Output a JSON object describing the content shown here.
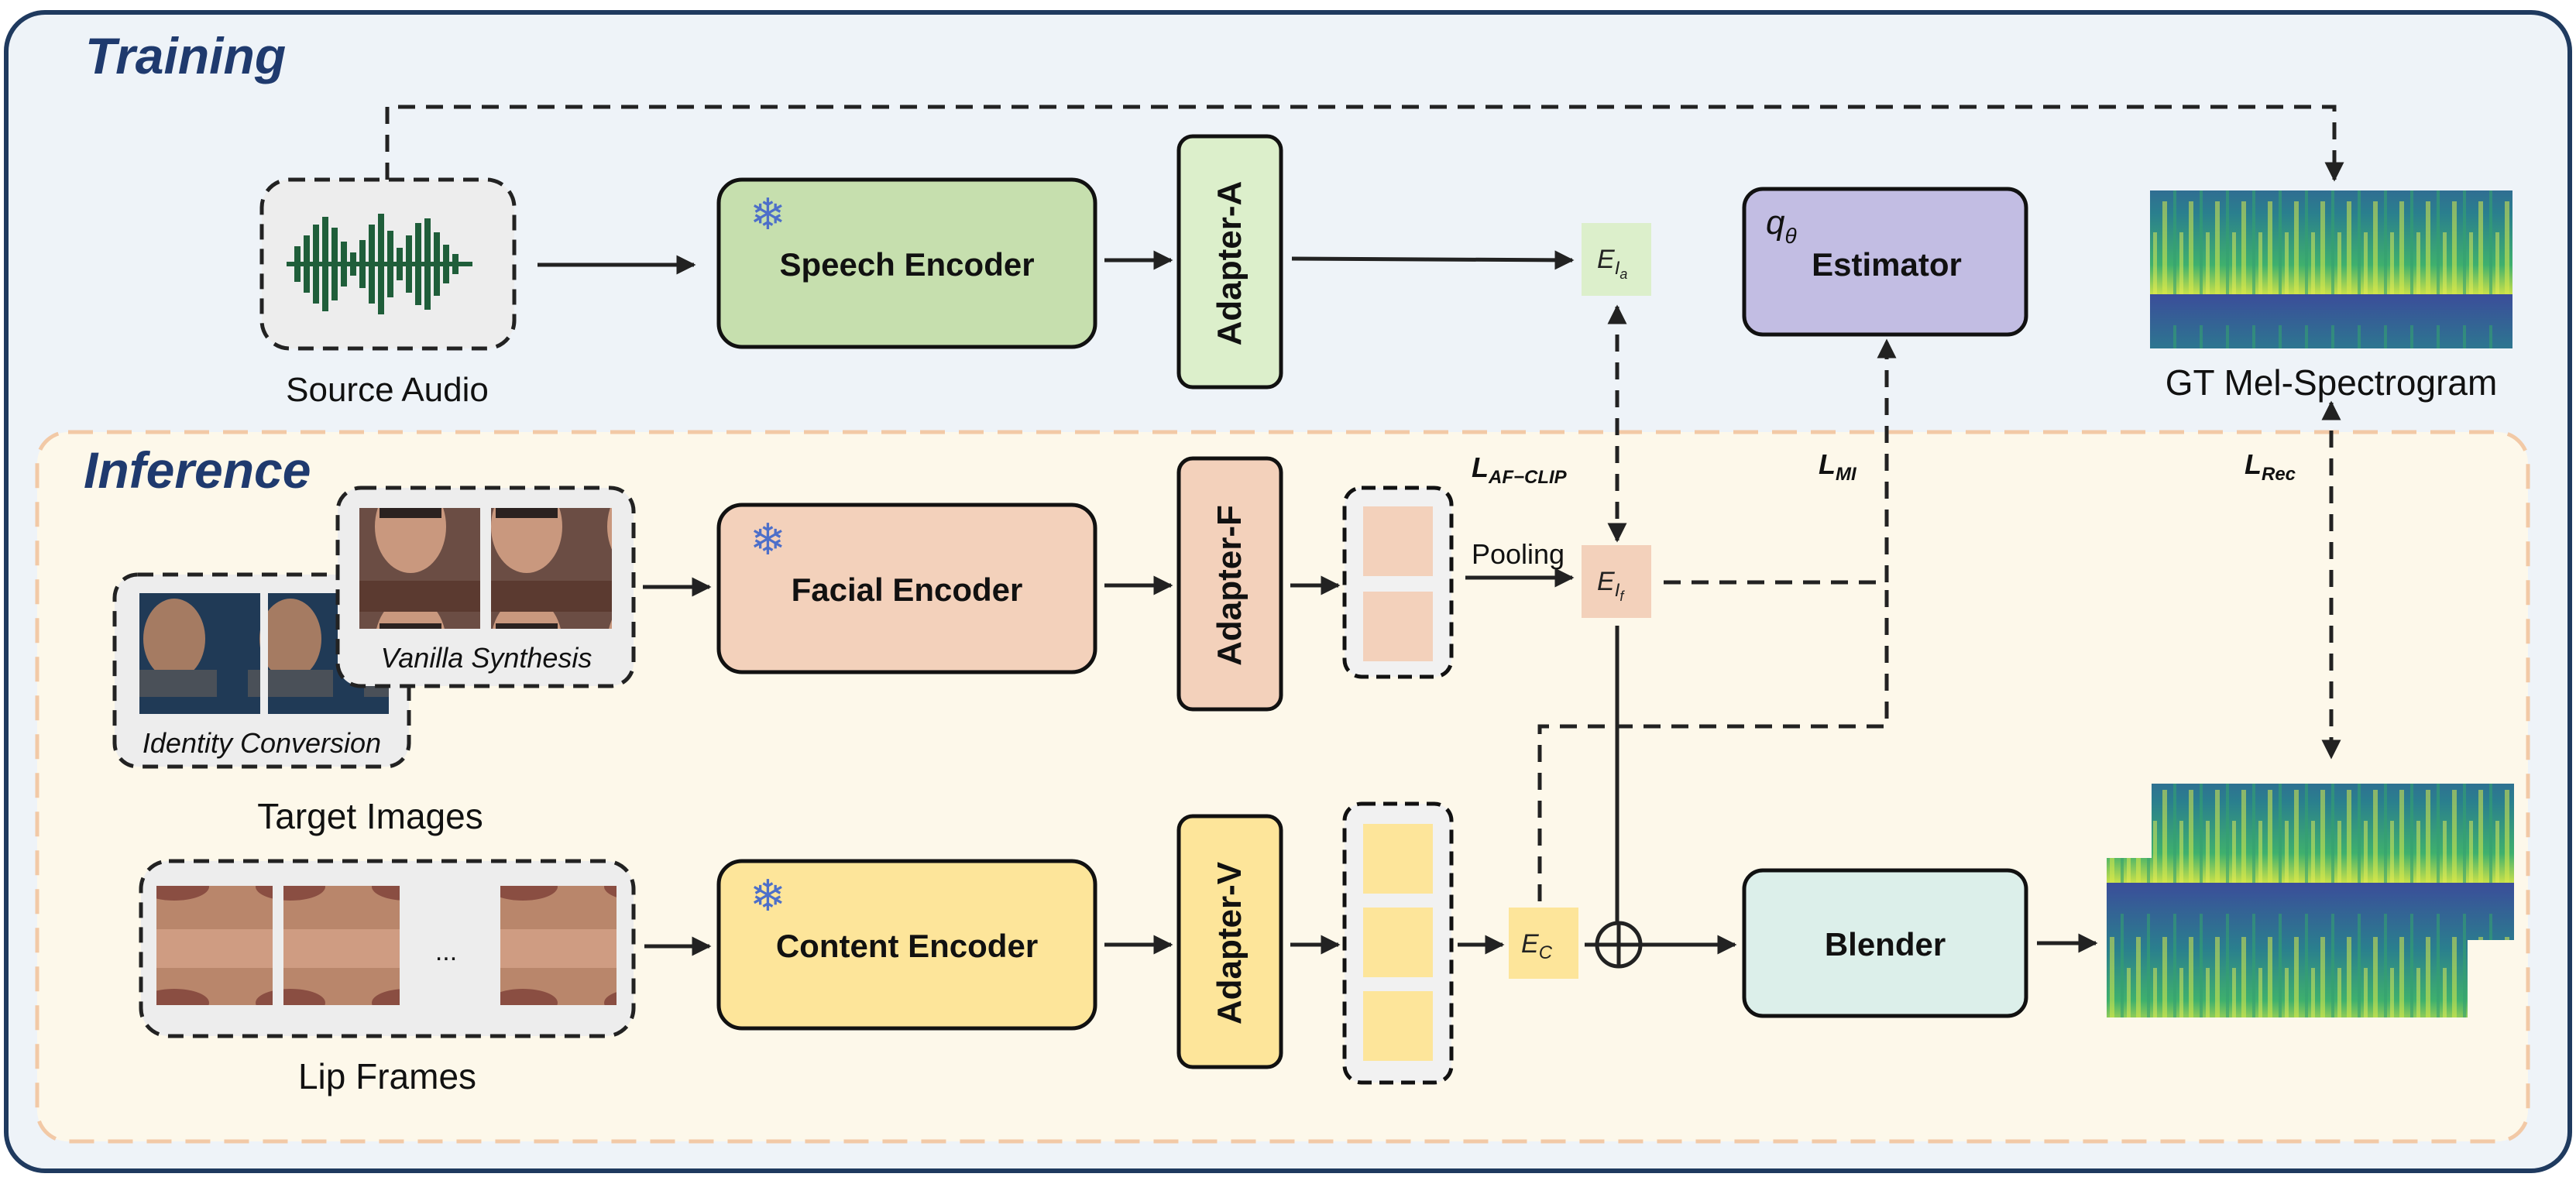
{
  "sections": {
    "training_title": "Training",
    "inference_title": "Inference"
  },
  "inputs": {
    "source_audio_label": "Source Audio",
    "target_images_label": "Target Images",
    "identity_conversion_label": "Identity Conversion",
    "vanilla_synthesis_label": "Vanilla Synthesis",
    "lip_frames_label": "Lip Frames",
    "lip_ellipsis": "..."
  },
  "modules": {
    "speech_encoder": "Speech Encoder",
    "facial_encoder": "Facial Encoder",
    "content_encoder": "Content Encoder",
    "adapter_a": "Adapter-A",
    "adapter_f": "Adapter-F",
    "adapter_v": "Adapter-V",
    "estimator": "Estimator",
    "estimator_symbol": "q",
    "estimator_symbol_sub": "θ",
    "blender": "Blender"
  },
  "embeddings": {
    "e_ia": "E",
    "e_ia_sub": "I",
    "e_ia_subsub": "a",
    "e_if": "E",
    "e_if_sub": "I",
    "e_if_subsub": "f",
    "e_c": "E",
    "e_c_sub": "C"
  },
  "edges": {
    "pooling": "Pooling"
  },
  "losses": {
    "af_clip": "L",
    "af_clip_sub": "AF−CLIP",
    "mi": "L",
    "mi_sub": "MI",
    "rec": "L",
    "rec_sub": "Rec"
  },
  "outputs": {
    "gt_mel_label": "GT Mel-Spectrogram"
  },
  "colors": {
    "training_bg": "#eef3f8",
    "training_border": "#1f3a5f",
    "inference_bg": "#fdf8ea",
    "inference_border": "#f2c9a6",
    "title_blue": "#1f3a6e",
    "speech_green": "#c6dfae",
    "facial_peach": "#f3d1bb",
    "content_yellow": "#fde59a",
    "estimator_purple": "#c2bde3",
    "blender_mint": "#dcefea",
    "snowflake": "#4d6fc9"
  }
}
